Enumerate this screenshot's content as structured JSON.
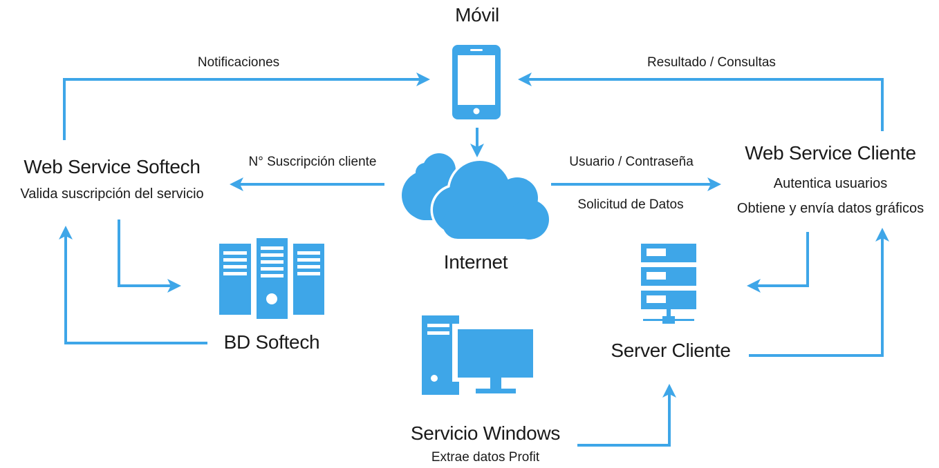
{
  "colors": {
    "accent": "#3ea6e8",
    "text": "#1a1a1a",
    "background": "#ffffff"
  },
  "nodes": {
    "movil": {
      "title": "Móvil",
      "icon": "smartphone-icon"
    },
    "internet": {
      "title": "Internet",
      "icon": "cloud-icon"
    },
    "ws_softech": {
      "title": "Web Service Softech",
      "subtitle": "Valida suscripción del servicio"
    },
    "ws_cliente": {
      "title": "Web Service Cliente",
      "line1": "Autentica usuarios",
      "line2": "Obtiene y envía datos gráficos"
    },
    "bd_softech": {
      "title": "BD Softech",
      "icon": "database-server-icon"
    },
    "server_cliente": {
      "title": "Server Cliente",
      "icon": "server-rack-icon"
    },
    "servicio_windows": {
      "title": "Servicio Windows",
      "subtitle": "Extrae datos Profit",
      "icon": "desktop-computer-icon"
    }
  },
  "edges": {
    "notificaciones": "Notificaciones",
    "resultado_consultas": "Resultado /  Consultas",
    "suscripcion": "N° Suscripción cliente",
    "usuario_contrasena": "Usuario / Contraseña",
    "solicitud_datos": "Solicitud de Datos"
  }
}
